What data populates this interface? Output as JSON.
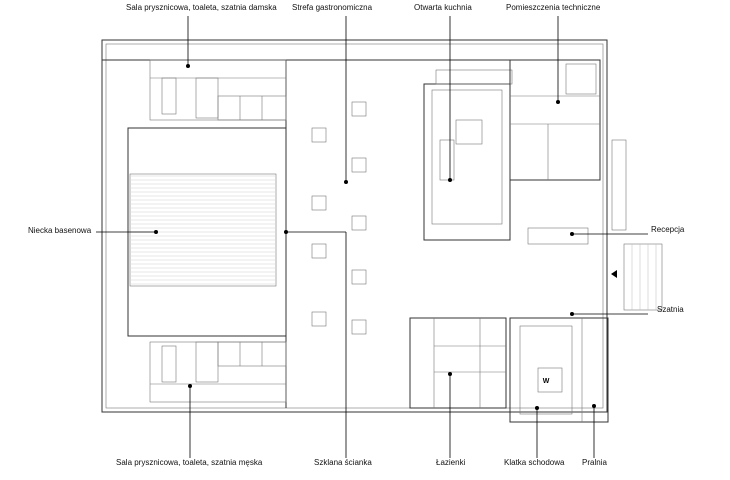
{
  "labels": {
    "sala_damska": "Sala prysznicowa, toaleta, szatnia damska",
    "strefa_gastro": "Strefa gastronomiczna",
    "otwarta_kuchnia": "Otwarta kuchnia",
    "pomieszczenia_tech": "Pomieszczenia techniczne",
    "niecka": "Niecka basenowa",
    "recepcja": "Recepcja",
    "szatnia": "Szatnia",
    "sala_meska": "Sala prysznicowa, toaleta, szatnia męska",
    "szklana_scianka": "Szklana ścianka",
    "lazienki": "Łazienki",
    "klatka": "Klatka schodowa",
    "pralnia": "Pralnia"
  },
  "marks": {
    "stair_symbol": "W"
  }
}
